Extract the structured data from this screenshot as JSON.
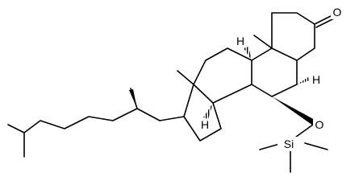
{
  "atoms": {
    "carbonyl_oxygen": "O",
    "ether_oxygen": "O",
    "silicon": "Si",
    "h_9": "H",
    "h_5": "H",
    "h_14": "H"
  }
}
